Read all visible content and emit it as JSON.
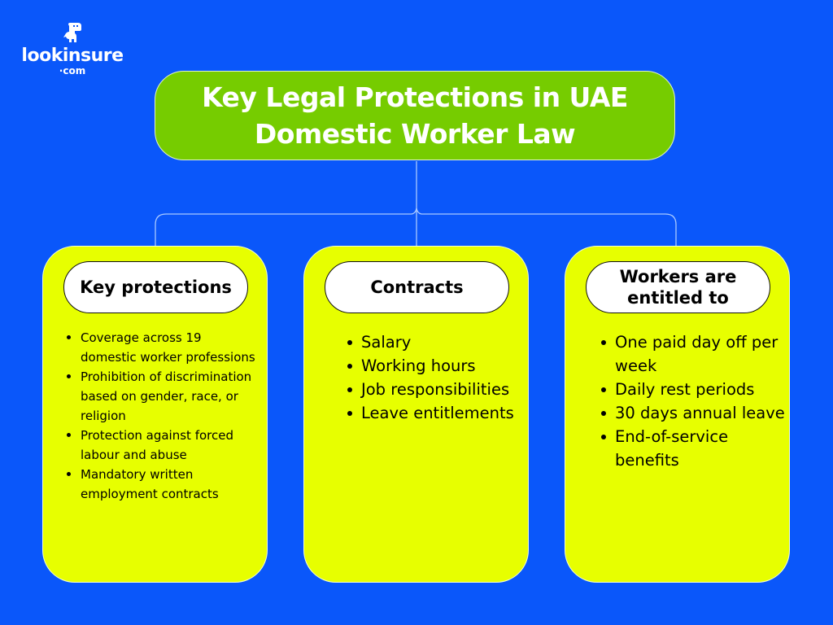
{
  "logo": {
    "brand": "lookinsure",
    "suffix": "·com",
    "mascot_icon": "dinosaur-mascot-icon"
  },
  "title": {
    "line1": "Key Legal Protections in UAE",
    "line2": "Domestic Worker Law"
  },
  "colors": {
    "background": "#0a57fa",
    "title_box": "#76cc00",
    "card": "#e7ff00",
    "pill": "#ffffff",
    "connector": "#a9c9ff",
    "text_dark": "#000000",
    "text_light": "#ffffff"
  },
  "cards": [
    {
      "heading": "Key protections",
      "items": [
        "Coverage across 19 domestic worker professions",
        "Prohibition of discrimination based on gender, race, or religion",
        "Protection against forced labour and abuse",
        "Mandatory written employment contracts"
      ]
    },
    {
      "heading": "Contracts",
      "items": [
        "Salary",
        "Working hours",
        "Job responsibilities",
        "Leave entitlements"
      ]
    },
    {
      "heading": "Workers are entitled to",
      "items": [
        "One paid day off per week",
        "Daily rest periods",
        "30 days annual leave",
        "End-of-service benefits"
      ]
    }
  ]
}
